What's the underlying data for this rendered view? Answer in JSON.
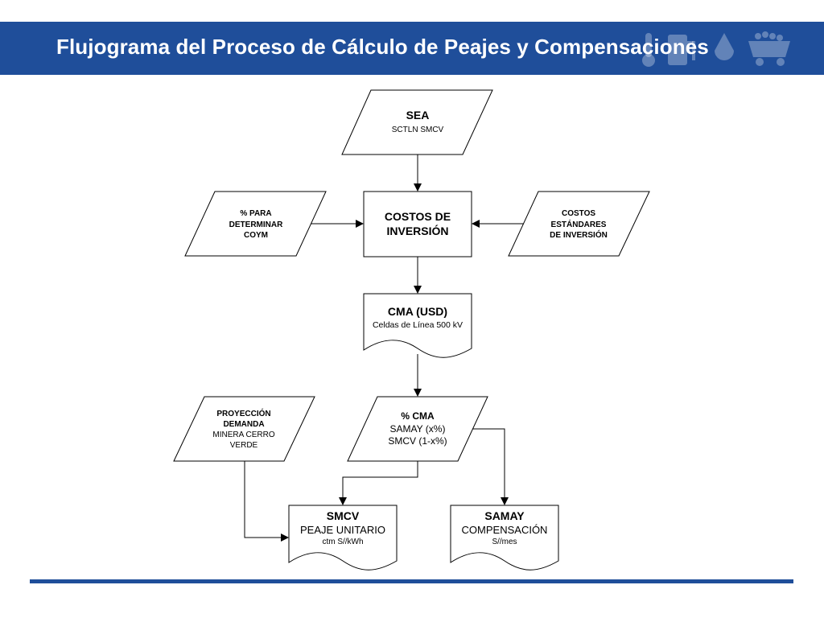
{
  "header": {
    "title": "Flujograma del Proceso de Cálculo de Peajes y Compensaciones"
  },
  "colors": {
    "header_bg": "#1f4e9a",
    "rule": "#1f4e9a",
    "shape_stroke": "#000000",
    "shape_fill": "#ffffff"
  },
  "icons": [
    "thermometer-icon",
    "fuel-pump-icon",
    "oil-drop-icon",
    "mining-cart-icon"
  ],
  "nodes": {
    "sea": {
      "title": "SEA",
      "sub": "SCTLN SMCV"
    },
    "pct_coym": {
      "line1": "% PARA",
      "line2": "DETERMINAR",
      "line3": "COYM"
    },
    "costos_inversion": {
      "line1": "COSTOS DE",
      "line2": "INVERSIÓN"
    },
    "costos_estandares": {
      "line1": "COSTOS",
      "line2": "ESTÁNDARES",
      "line3": "DE INVERSIÓN"
    },
    "cma": {
      "title": "CMA (USD)",
      "sub": "Celdas de Línea 500 kV"
    },
    "proyeccion": {
      "line1": "PROYECCIÓN",
      "line2": "DEMANDA",
      "line3": "MINERA CERRO",
      "line4": "VERDE"
    },
    "pct_cma": {
      "title": "% CMA",
      "line2": "SAMAY (x%)",
      "line3": "SMCV (1-x%)"
    },
    "smcv": {
      "title": "SMCV",
      "line2": "PEAJE UNITARIO",
      "line3": "ctm S//kWh"
    },
    "samay": {
      "title": "SAMAY",
      "line2": "COMPENSACIÓN",
      "line3": "S//mes"
    }
  }
}
